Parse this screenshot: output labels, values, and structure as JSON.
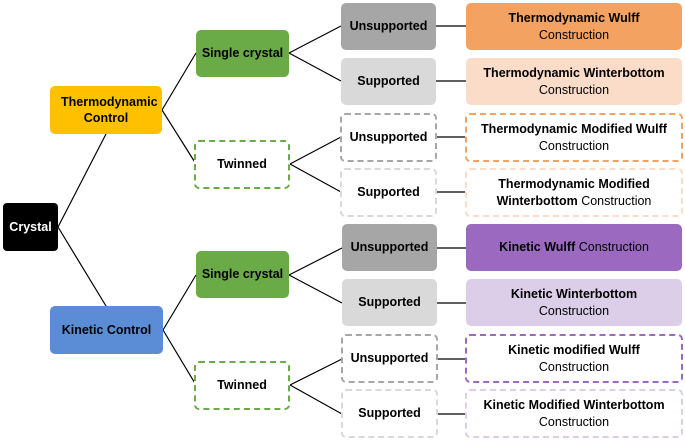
{
  "root": {
    "label": "Crystal"
  },
  "control": [
    {
      "label": "Thermodynamic Control"
    },
    {
      "label": "Kinetic Control"
    }
  ],
  "morph": [
    {
      "label": "Single crystal"
    },
    {
      "label": "Twinned"
    },
    {
      "label": "Single crystal"
    },
    {
      "label": "Twinned"
    }
  ],
  "support": [
    {
      "label": "Unsupported"
    },
    {
      "label": "Supported"
    },
    {
      "label": "Unsupported"
    },
    {
      "label": "Supported"
    },
    {
      "label": "Unsupported"
    },
    {
      "label": "Supported"
    },
    {
      "label": "Unsupported"
    },
    {
      "label": "Supported"
    }
  ],
  "construction": [
    {
      "bold": "Thermodynamic Wulff",
      "rest": "Construction"
    },
    {
      "bold": "Thermodynamic Winterbottom",
      "rest": "Construction"
    },
    {
      "bold": "Thermodynamic Modified Wulff",
      "rest": "Construction"
    },
    {
      "bold": "Thermodynamic Modified Winterbottom",
      "rest": "Construction"
    },
    {
      "bold": "Kinetic Wulff",
      "rest": "Construction"
    },
    {
      "bold": "Kinetic Winterbottom",
      "rest": "Construction"
    },
    {
      "bold": "Kinetic modified Wulff",
      "rest": "Construction"
    },
    {
      "bold": "Kinetic Modified Winterbottom",
      "rest": "Construction"
    }
  ],
  "colors": {
    "root": "#000000",
    "thermo": "#FFC000",
    "kinetic": "#5B8CD6",
    "morph_green": "#6AAB47",
    "support_gray_dark": "#A6A6A6",
    "support_gray_light": "#D9D9D9",
    "thermo_orange": "#F4A261",
    "thermo_orange_light": "#FBDCC9",
    "kinetic_purple": "#9B6AC0",
    "kinetic_purple_light": "#DCCDE8"
  }
}
